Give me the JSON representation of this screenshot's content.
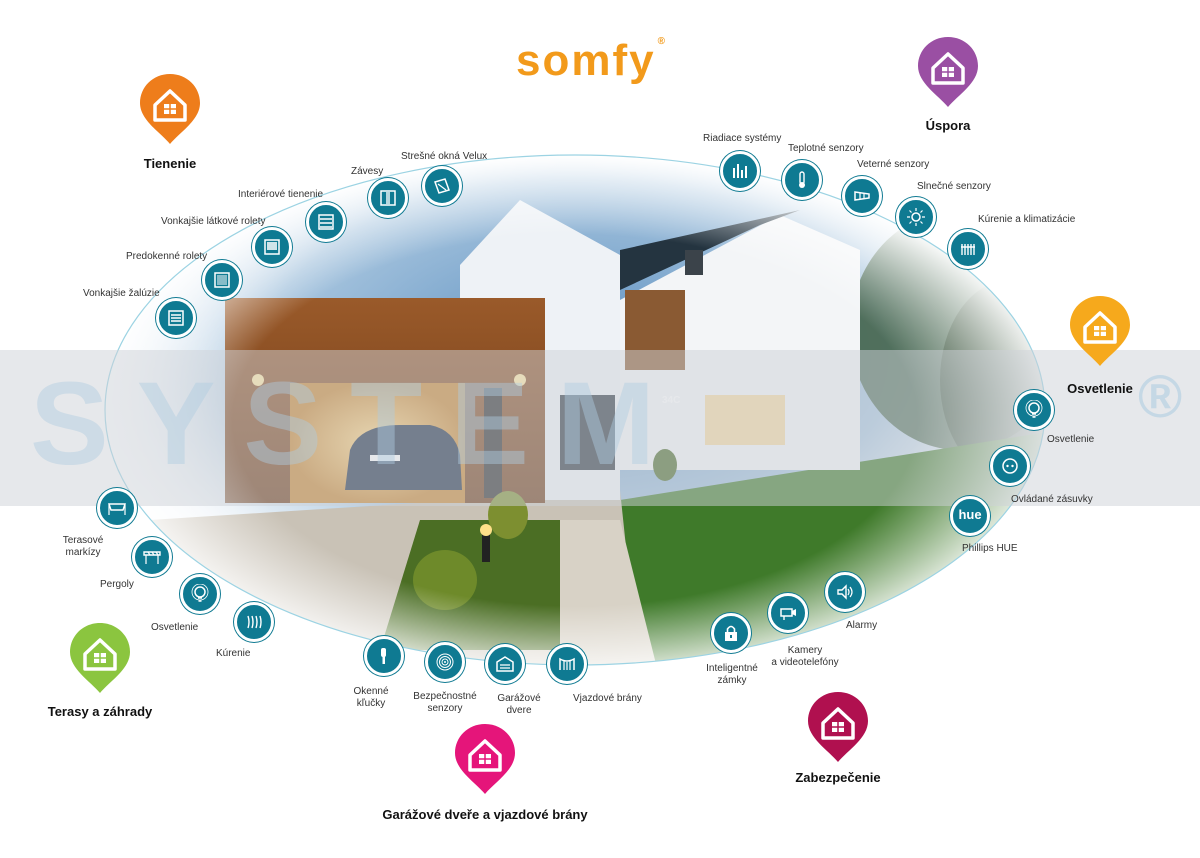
{
  "brand": {
    "logo_text": "somfy",
    "registered": "®",
    "color": "#f29a1b"
  },
  "watermark": {
    "text": "SYSTEM",
    "registered": "®"
  },
  "house_number": "34C",
  "colors": {
    "icon_teal": "#0f7a92",
    "tienenie": "#ee7d1b",
    "uspora": "#9a4fa3",
    "osvetlenie": "#f6a91c",
    "terasy": "#8bc53f",
    "garaz": "#e5157a",
    "zabezpecenie": "#b0104f"
  },
  "categories": {
    "tienenie": {
      "title": "Tienenie",
      "icon": "house-pin-icon"
    },
    "uspora": {
      "title": "Úspora",
      "icon": "house-pin-icon"
    },
    "osvetlenie": {
      "title": "Osvetlenie",
      "icon": "house-pin-icon"
    },
    "terasy": {
      "title": "Terasy a záhrady",
      "icon": "house-pin-icon"
    },
    "garaz": {
      "title": "Garážové dveře a vjazdové brány",
      "icon": "house-pin-icon"
    },
    "zabezpecenie": {
      "title": "Zabezpečenie",
      "icon": "house-pin-icon"
    }
  },
  "items": {
    "vonkajsie_zaluzie": {
      "label": "Vonkajšie žalúzie",
      "icon": "venetian-blind-icon"
    },
    "predokenne_rolety": {
      "label": "Predokenné rolety",
      "icon": "roller-shutter-icon"
    },
    "vonkajsie_latkove": {
      "label": "Vonkajšie látkové rolety",
      "icon": "fabric-blind-icon"
    },
    "interierove": {
      "label": "Interiérové tienenie",
      "icon": "interior-blind-icon"
    },
    "zavesy": {
      "label": "Závesy",
      "icon": "curtain-icon"
    },
    "stresne_okna": {
      "label": "Strešné okná Velux",
      "icon": "roof-window-icon"
    },
    "riadiace": {
      "label": "Riadiace systémy",
      "icon": "control-system-icon"
    },
    "teplotne": {
      "label": "Teplotné senzory",
      "icon": "thermometer-icon"
    },
    "veterne": {
      "label": "Veterné senzory",
      "icon": "windsock-icon"
    },
    "slnecne": {
      "label": "Slnečné senzory",
      "icon": "sun-icon"
    },
    "kurenie_klima": {
      "label": "Kúrenie a klimatizácie",
      "icon": "radiator-icon"
    },
    "osvetlenie_r": {
      "label": "Osvetlenie",
      "icon": "bulb-icon"
    },
    "zasuvky": {
      "label": "Ovládané zásuvky",
      "icon": "socket-icon"
    },
    "hue": {
      "label": "Phillips HUE",
      "icon": "hue-icon",
      "icon_text": "hue"
    },
    "alarmy": {
      "label": "Alarmy",
      "icon": "speaker-icon"
    },
    "kamery_1": {
      "label": "Kamery",
      "icon": "camera-icon"
    },
    "kamery_2": {
      "label": "a videotelefóny"
    },
    "zamky_1": {
      "label": "Inteligentné",
      "icon": "padlock-icon"
    },
    "zamky_2": {
      "label": "zámky"
    },
    "vjazdove": {
      "label": "Vjazdové brány",
      "icon": "gate-icon"
    },
    "garazove_1": {
      "label": "Garážové",
      "icon": "garage-door-icon"
    },
    "garazove_2": {
      "label": "dvere"
    },
    "bezpecnostne_1": {
      "label": "Bezpečnostné",
      "icon": "sensor-rings-icon"
    },
    "bezpecnostne_2": {
      "label": "senzory"
    },
    "klucky_1": {
      "label": "Okenné",
      "icon": "window-handle-icon"
    },
    "klucky_2": {
      "label": "kľučky"
    },
    "kurenie_l": {
      "label": "Kúrenie",
      "icon": "heater-icon"
    },
    "osvetlenie_l": {
      "label": "Osvetlenie",
      "icon": "bulb-icon"
    },
    "pergoly": {
      "label": "Pergoly",
      "icon": "pergola-icon"
    },
    "markizy_1": {
      "label": "Terasové",
      "icon": "awning-icon"
    },
    "markizy_2": {
      "label": "markízy"
    }
  }
}
